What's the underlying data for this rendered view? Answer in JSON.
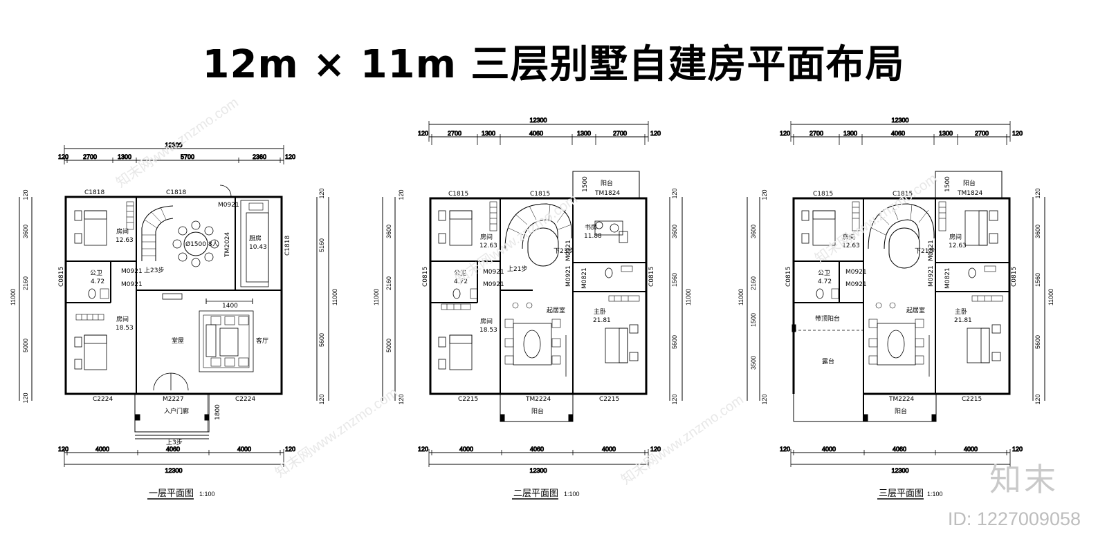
{
  "title": "12m × 11m 三层别墅自建房平面布局",
  "watermark": "知末网www.znzmo.com",
  "brand": "知末",
  "image_id": "ID: 1227009058",
  "plans": [
    {
      "caption": "一层平面图",
      "scale": "1:100",
      "top_total": "12300",
      "top_dims": [
        "120",
        "2700",
        "1300",
        "5700",
        "2360",
        "120"
      ],
      "bottom_dims": [
        "120",
        "4000",
        "4060",
        "4000",
        "120"
      ],
      "bottom_total": "12300",
      "left_dims": [
        "120",
        "3600",
        "2160",
        "5000",
        "120"
      ],
      "left_total": "11000",
      "right_dims": [
        "120",
        "5160",
        "5600",
        "120"
      ],
      "right_total": "11000",
      "labels": {
        "c1818a": "C1818",
        "c1818b": "C1818",
        "m0921a": "M0921",
        "room1": "房间",
        "area1": "12.63",
        "table": "Ø1500 8人",
        "tm2024": "TM2024",
        "kitchen": "厨房",
        "area_k": "10.43",
        "c1818c": "C1818",
        "c0815": "C0815",
        "toilet": "公卫",
        "area_t": "4.72",
        "m0921b": "M0921",
        "m0921c": "M0921",
        "stair": "上23步",
        "d1400": "1400",
        "room2": "房间",
        "area2": "18.53",
        "hall": "堂屋",
        "living": "客厅",
        "c2224a": "C2224",
        "m2227": "M2227",
        "c2224b": "C2224",
        "porch": "入户门廊",
        "d1800": "1800",
        "steps": "上3步"
      }
    },
    {
      "caption": "二层平面图",
      "scale": "1:100",
      "top_total": "12300",
      "top_dims": [
        "120",
        "2700",
        "1300",
        "4060",
        "1300",
        "2700",
        "120"
      ],
      "bottom_dims": [
        "120",
        "4000",
        "4060",
        "4000",
        "120"
      ],
      "bottom_total": "12300",
      "left_dims": [
        "120",
        "3600",
        "2160",
        "5000",
        "120"
      ],
      "left_total": "11000",
      "right_dims": [
        "120",
        "3600",
        "1560",
        "5600",
        "120"
      ],
      "right_total": "11000",
      "labels": {
        "c1815a": "C1815",
        "c1815b": "C1815",
        "balc_top": "阳台",
        "tm1824": "TM1824",
        "d1500": "1500",
        "room1": "房间",
        "area1": "12.63",
        "study": "书房",
        "area_s": "11.88",
        "stair": "下23步",
        "stair2": "上21步",
        "m0921a": "M0921",
        "m0921b": "M0921",
        "m0921c": "M0921",
        "m0921d": "M0921",
        "m0821": "M0821",
        "c0815a": "C0815",
        "c0815b": "C0815",
        "toilet": "公卫",
        "area_t": "4.72",
        "room2": "房间",
        "area2": "18.53",
        "lounge": "起居室",
        "master": "主卧",
        "area_m": "21.81",
        "c2215a": "C2215",
        "tm2224": "TM2224",
        "c2215b": "C2215",
        "balc_bot": "阳台"
      }
    },
    {
      "caption": "三层平面图",
      "scale": "1:100",
      "top_total": "12300",
      "top_dims": [
        "120",
        "2700",
        "1300",
        "4060",
        "1300",
        "2700",
        "120"
      ],
      "bottom_dims": [
        "120",
        "4000",
        "4060",
        "4000",
        "120"
      ],
      "bottom_total": "12300",
      "left_dims": [
        "120",
        "3600",
        "2160",
        "1500",
        "3500",
        "120"
      ],
      "left_total": "11000",
      "right_dims": [
        "120",
        "3600",
        "1560",
        "5600",
        "120"
      ],
      "right_total": "11000",
      "labels": {
        "c1815a": "C1815",
        "c1815b": "C1815",
        "balc_top": "阳台",
        "tm1824": "TM1824",
        "d1500": "1500",
        "room1": "房间",
        "area1": "12.63",
        "room3": "房间",
        "area3": "12.63",
        "stair": "下21步",
        "m0921a": "M0921",
        "m0921b": "M0921",
        "m0921c": "M0921",
        "m0921d": "M0921",
        "m0821": "M0821",
        "c0815a": "C0815",
        "c0815b": "C0815",
        "toilet": "公卫",
        "area_t": "4.72",
        "sunroom": "带顶阳台",
        "terrace": "露台",
        "lounge": "起居室",
        "master": "主卧",
        "area_m": "21.81",
        "tm2224": "TM2224",
        "c2215": "C2215",
        "balc_bot": "阳台"
      }
    }
  ]
}
